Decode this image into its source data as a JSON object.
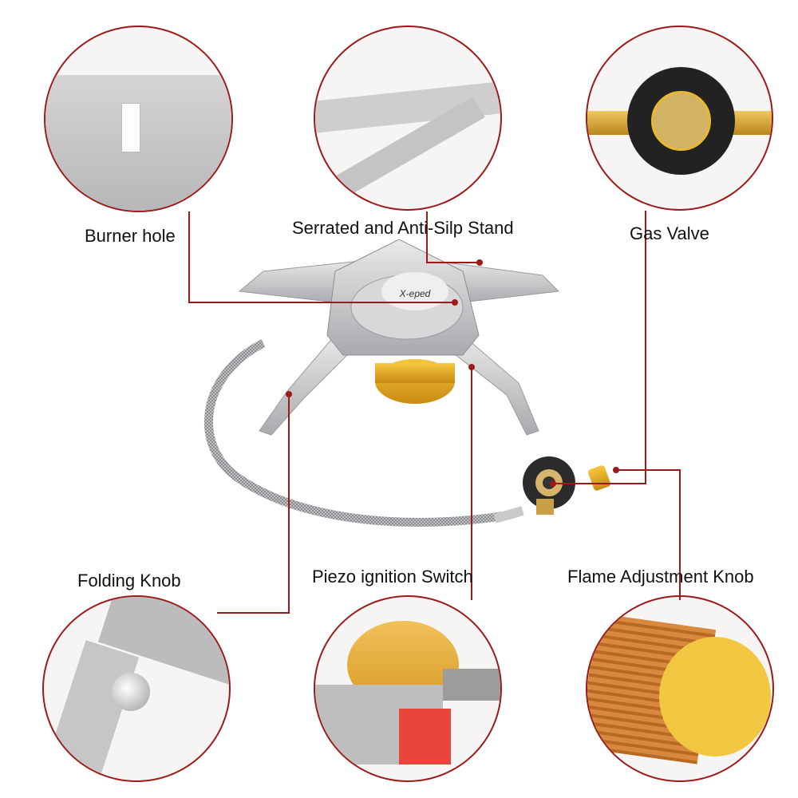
{
  "product": {
    "brand_mark": "X-eped",
    "accent_color": "#9b1b1b"
  },
  "callouts": [
    {
      "id": "burner-hole",
      "label": "Burner hole"
    },
    {
      "id": "serrated-stand",
      "label": "Serrated and Anti-Silp Stand"
    },
    {
      "id": "gas-valve",
      "label": "Gas Valve"
    },
    {
      "id": "folding-knob",
      "label": "Folding Knob"
    },
    {
      "id": "piezo-switch",
      "label": "Piezo ignition Switch"
    },
    {
      "id": "flame-knob",
      "label": "Flame Adjustment Knob"
    }
  ]
}
